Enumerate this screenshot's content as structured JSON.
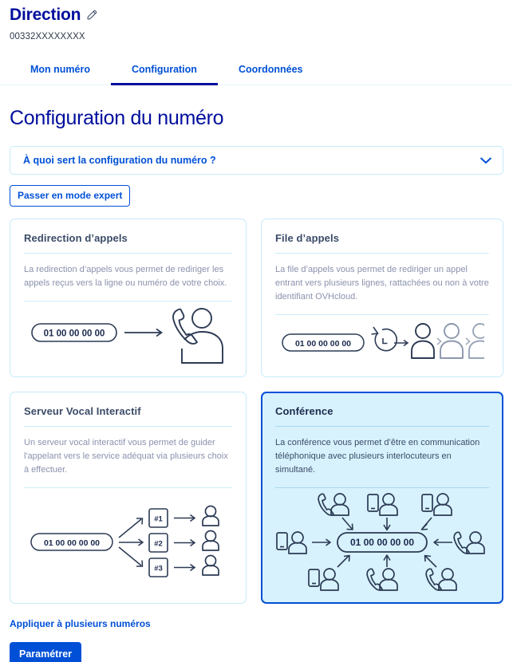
{
  "header": {
    "title": "Direction",
    "edit_icon": "pencil-icon",
    "number": "00332XXXXXXXX"
  },
  "tabs": [
    {
      "label": "Mon numéro",
      "active": false
    },
    {
      "label": "Configuration",
      "active": true
    },
    {
      "label": "Coordonnées",
      "active": false
    }
  ],
  "main": {
    "page_title": "Configuration du numéro",
    "accordion": {
      "label": "À quoi sert la configuration du numéro ?",
      "icon": "chevron-down-icon",
      "expanded": false
    },
    "expert_button": "Passer en mode expert"
  },
  "cards": [
    {
      "title": "Redirection d’appels",
      "description": "La redirection d’appels vous permet de rediriger les appels reçus vers la ligne ou numéro de votre choix.",
      "phone_number": "01 00 00 00 00",
      "selected": false,
      "art": "call-forward-diagram"
    },
    {
      "title": "File d’appels",
      "description": "La file d’appels vous permet de rediriger un appel entrant vers plusieurs lignes, rattachées ou non à votre identifiant OVHcloud.",
      "phone_number": "01 00 00 00 00",
      "selected": false,
      "art": "call-queue-diagram"
    },
    {
      "title": "Serveur Vocal Interactif",
      "description": "Un serveur vocal interactif vous permet de guider l'appelant vers le service adéquat via plusieurs choix à effectuer.",
      "phone_number": "01 00 00 00 00",
      "menu_options": [
        "#1",
        "#2",
        "#3"
      ],
      "selected": false,
      "art": "ivr-diagram"
    },
    {
      "title": "Conférence",
      "description": "La conférence vous permet d’être en communication téléphonique avec plusieurs interlocuteurs en simultané.",
      "phone_number": "01 00 00 00 00",
      "selected": true,
      "art": "conference-diagram"
    }
  ],
  "footer": {
    "apply_link": "Appliquer à plusieurs numéros",
    "submit_button": "Paramétrer"
  },
  "colors": {
    "brand_navy": "#000e9c",
    "brand_blue": "#0050d7",
    "card_border": "#c6ecf9",
    "selected_bg": "#d7f2fd",
    "selected_border": "#0050d7",
    "ink": "#3b4b68",
    "muted": "#8b92ad"
  }
}
